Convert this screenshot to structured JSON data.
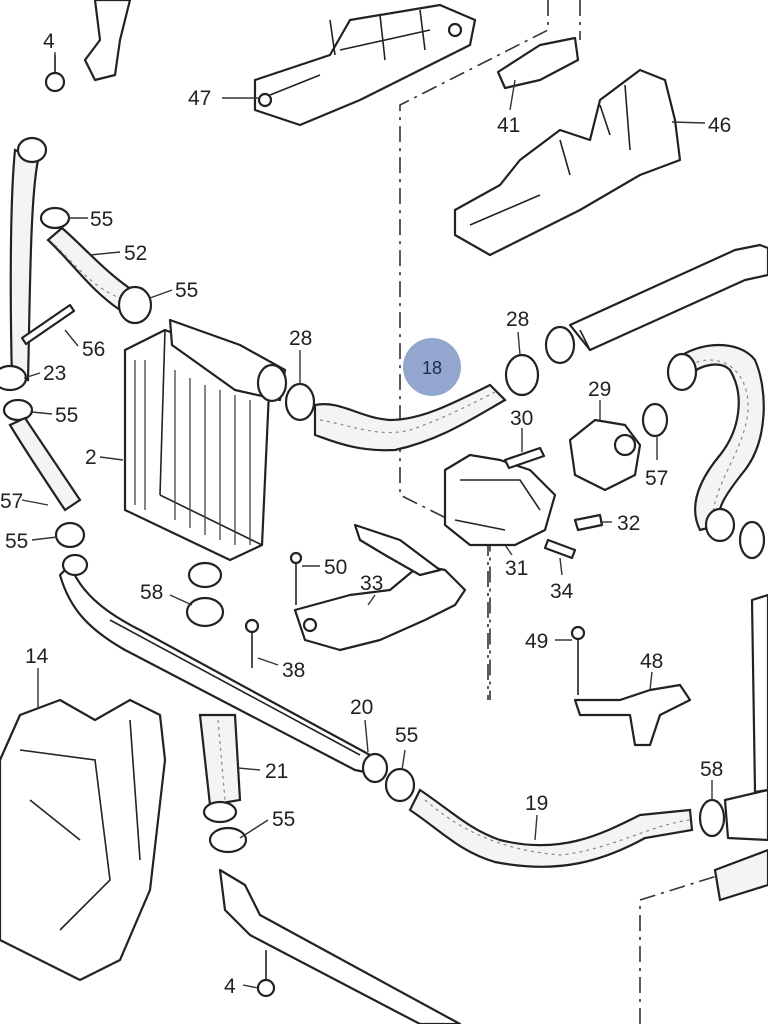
{
  "highlight": {
    "label": "18",
    "color": "#7f96c8"
  },
  "callouts": {
    "c4a": "4",
    "c47": "47",
    "c41": "41",
    "c46": "46",
    "c55a": "55",
    "c52": "52",
    "c55b": "55",
    "c56": "56",
    "c23": "23",
    "c55c": "55",
    "c2": "2",
    "c57a": "57",
    "c55d": "55",
    "c28a": "28",
    "c28b": "28",
    "c29": "29",
    "c30": "30",
    "c57b": "57",
    "c32": "32",
    "c31": "31",
    "c34": "34",
    "c50": "50",
    "c33": "33",
    "c58a": "58",
    "c38": "38",
    "c49": "49",
    "c48": "48",
    "c14": "14",
    "c20": "20",
    "c55e": "55",
    "c21": "21",
    "c19": "19",
    "c58b": "58",
    "c55f": "55",
    "c4b": "4"
  }
}
